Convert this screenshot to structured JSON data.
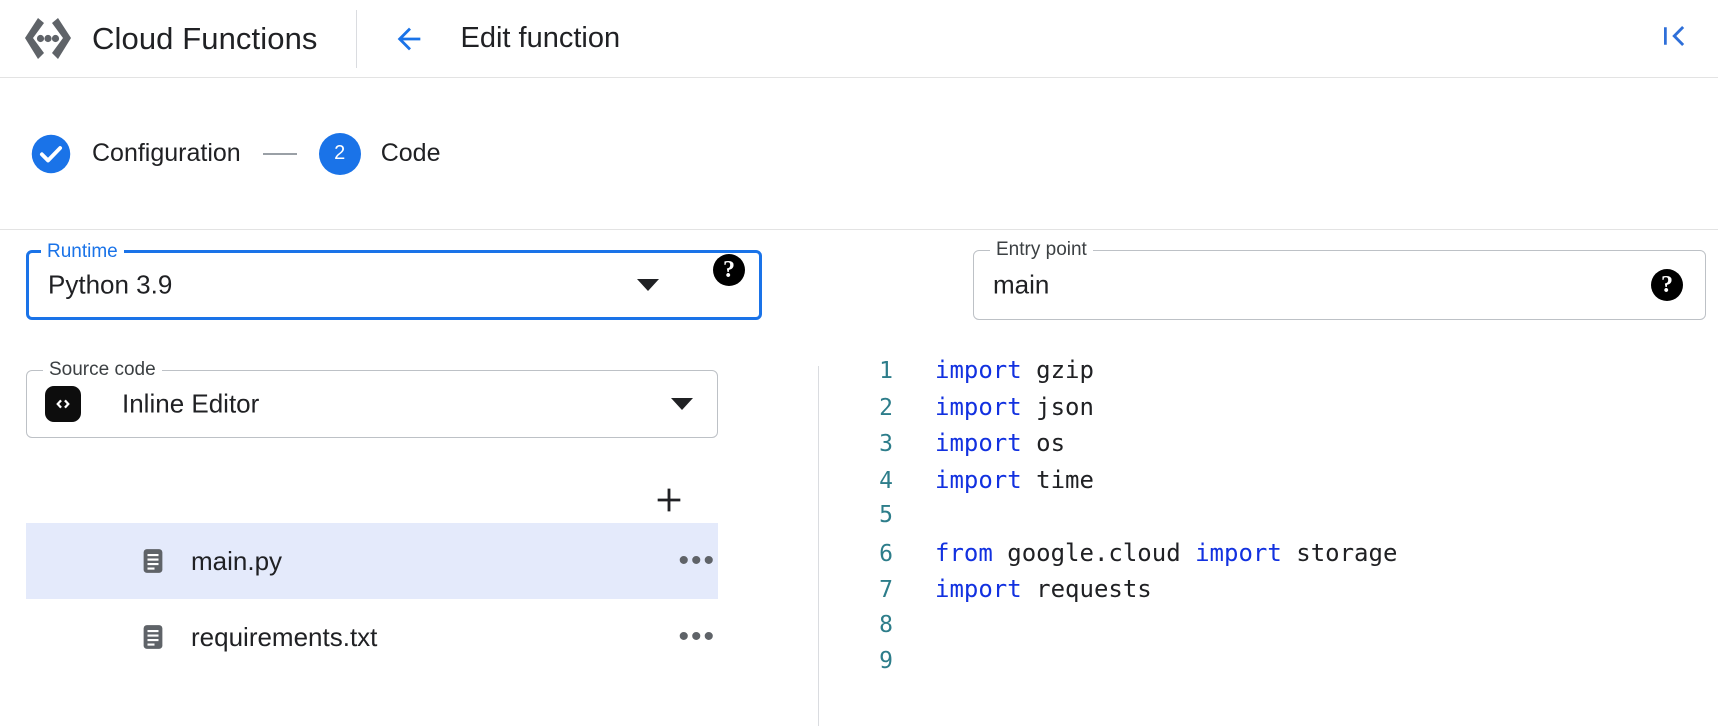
{
  "header": {
    "brand_title": "Cloud Functions",
    "brand_icon": "cloud-functions-logo",
    "back_icon": "arrow-left-icon",
    "page_subtitle": "Edit function",
    "collapse_icon": "collapse-panel-icon"
  },
  "stepper": {
    "steps": [
      {
        "label": "Configuration",
        "state": "complete",
        "marker": "check"
      },
      {
        "label": "Code",
        "state": "active",
        "marker": "2"
      }
    ],
    "connector": "—"
  },
  "form": {
    "runtime": {
      "label": "Runtime",
      "value": "Python 3.9",
      "focused": true,
      "caret_icon": "chevron-down-icon",
      "help_icon": "help-icon",
      "help_glyph": "?"
    },
    "entry_point": {
      "label": "Entry point",
      "value": "main",
      "placeholder": "main",
      "focused": false,
      "help_icon": "help-icon",
      "help_glyph": "?"
    },
    "source_code": {
      "label": "Source code",
      "value": "Inline Editor",
      "icon": "inline-editor-code-icon",
      "caret_icon": "chevron-down-icon"
    }
  },
  "files": {
    "add_label": "+",
    "add_icon": "add-file-icon",
    "menu_glyph": "•••",
    "items": [
      {
        "name": "main.py",
        "selected": true,
        "icon": "file-icon"
      },
      {
        "name": "requirements.txt",
        "selected": false,
        "icon": "file-icon"
      }
    ]
  },
  "editor": {
    "lines": [
      {
        "n": "1",
        "tokens": [
          {
            "t": "import",
            "k": true
          },
          {
            "t": " gzip",
            "k": false
          }
        ]
      },
      {
        "n": "2",
        "tokens": [
          {
            "t": "import",
            "k": true
          },
          {
            "t": " json",
            "k": false
          }
        ]
      },
      {
        "n": "3",
        "tokens": [
          {
            "t": "import",
            "k": true
          },
          {
            "t": " os",
            "k": false
          }
        ]
      },
      {
        "n": "4",
        "tokens": [
          {
            "t": "import",
            "k": true
          },
          {
            "t": " time",
            "k": false
          }
        ]
      },
      {
        "n": "5",
        "tokens": []
      },
      {
        "n": "6",
        "tokens": [
          {
            "t": "from",
            "k": true
          },
          {
            "t": " google.cloud ",
            "k": false
          },
          {
            "t": "import",
            "k": true
          },
          {
            "t": " storage",
            "k": false
          }
        ]
      },
      {
        "n": "7",
        "tokens": [
          {
            "t": "import",
            "k": true
          },
          {
            "t": " requests",
            "k": false
          }
        ]
      },
      {
        "n": "8",
        "tokens": []
      },
      {
        "n": "9",
        "tokens": []
      }
    ]
  },
  "colors": {
    "accent": "#1a73e8",
    "keyword": "#1231e0",
    "line_number": "#2d7d8a",
    "selected_row": "#e4eafb",
    "text": "#202124",
    "border": "#bdc1c6"
  }
}
